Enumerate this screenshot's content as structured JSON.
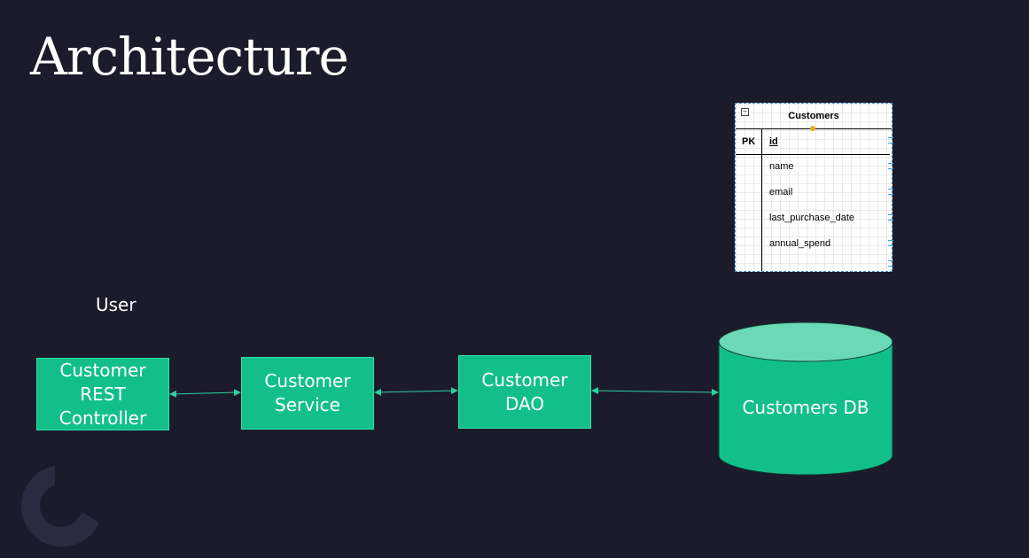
{
  "title": "Architecture",
  "user_label": "User",
  "components": {
    "controller": "Customer\nREST\nController",
    "service": "Customer\nService",
    "dao": "Customer\nDAO",
    "database": "Customers DB"
  },
  "er_table": {
    "name": "Customers",
    "pk_label": "PK",
    "pk_field": "id",
    "fields": [
      "name",
      "email",
      "last_purchase_date",
      "annual_spend"
    ]
  },
  "colors": {
    "background": "#1c1b2c",
    "accent": "#12bf8b",
    "db_top": "#6cd9b6",
    "arrow": "#2fcf9d"
  }
}
